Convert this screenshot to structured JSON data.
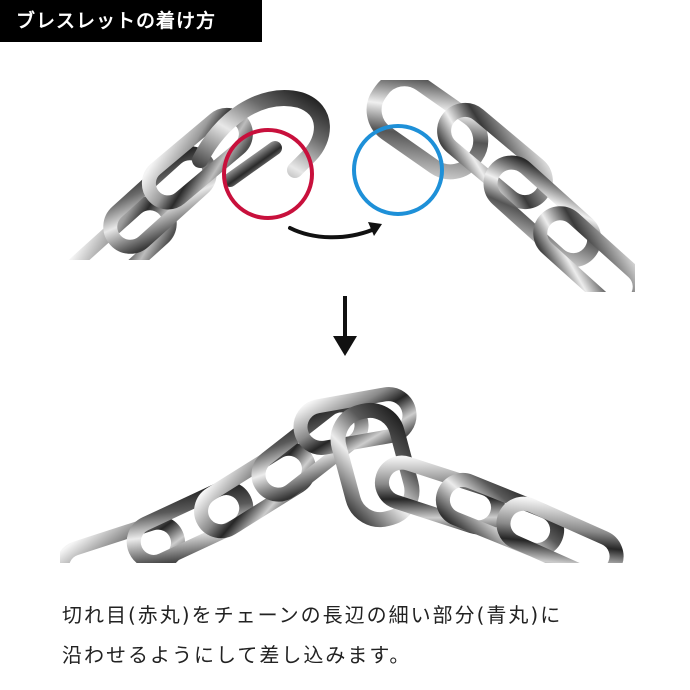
{
  "title": "ブレスレットの着け方",
  "caption": {
    "line1": "切れ目(赤丸)をチェーンの長辺の細い部分(青丸)に",
    "line2": "沿わせるようにして差し込みます。"
  },
  "colors": {
    "title_bg": "#000000",
    "red_circle": "#c8103c",
    "blue_circle": "#1e90d8",
    "arrow": "#111111"
  },
  "icons": {
    "curved_arrow": "curved-arrow-right-icon",
    "down_arrow": "arrow-down-icon"
  }
}
